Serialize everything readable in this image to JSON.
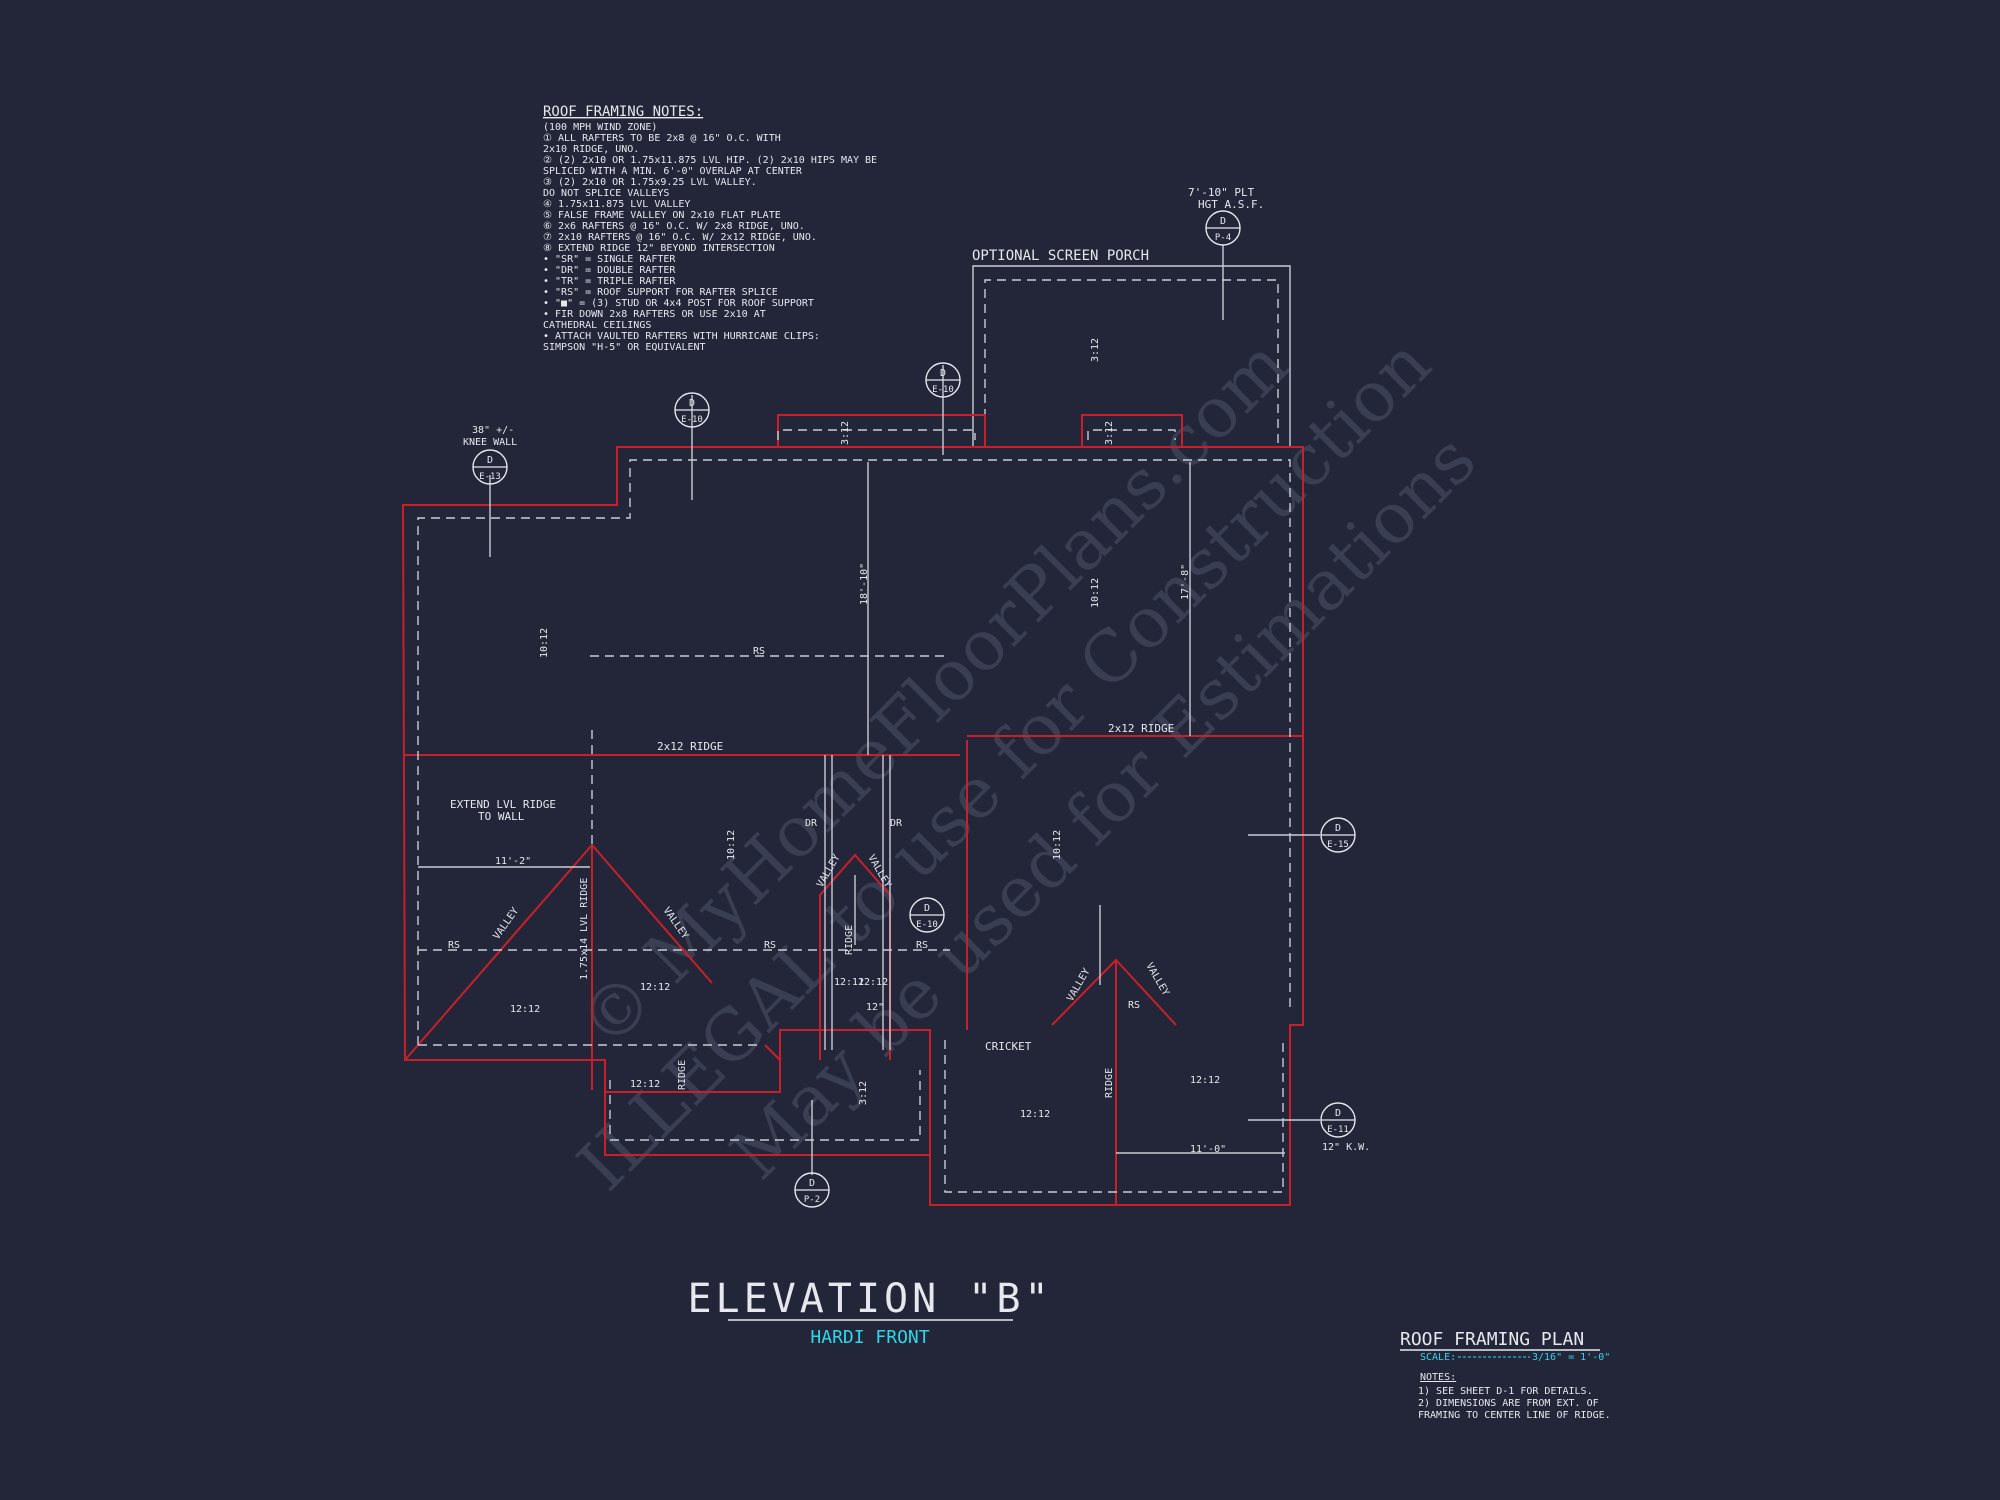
{
  "watermark": {
    "line1": "© MyHomeFloorPlans.com",
    "line2": "ILLEGAL to use for Construction",
    "line3": "May be used for Estimations"
  },
  "notes_block": {
    "title": "ROOF FRAMING NOTES:",
    "lines": [
      "(100 MPH WIND ZONE)",
      "① ALL RAFTERS TO BE 2x8 @ 16\" O.C. WITH",
      "   2x10 RIDGE, UNO.",
      "② (2) 2x10 OR 1.75x11.875 LVL HIP. (2) 2x10 HIPS MAY BE",
      "   SPLICED WITH A MIN. 6'-0\" OVERLAP AT CENTER",
      "③ (2) 2x10 OR 1.75x9.25 LVL VALLEY.",
      "   DO NOT SPLICE VALLEYS",
      "④ 1.75x11.875 LVL VALLEY",
      "⑤ FALSE FRAME VALLEY ON 2x10 FLAT PLATE",
      "⑥ 2x6 RAFTERS @ 16\" O.C. W/ 2x8 RIDGE, UNO.",
      "⑦ 2x10 RAFTERS @ 16\" O.C. W/ 2x12 RIDGE, UNO.",
      "⑧ EXTEND RIDGE 12\" BEYOND INTERSECTION",
      "•  \"SR\" = SINGLE RAFTER",
      "•  \"DR\" = DOUBLE RAFTER",
      "•  \"TR\" = TRIPLE RAFTER",
      "•  \"RS\" = ROOF SUPPORT FOR RAFTER SPLICE",
      "•  \"■\" = (3) STUD OR 4x4 POST FOR ROOF SUPPORT",
      "•  FIR DOWN 2x8 RAFTERS OR USE 2x10 AT",
      "   CATHEDRAL CEILINGS",
      "•  ATTACH VAULTED RAFTERS WITH HURRICANE CLIPS:",
      "   SIMPSON \"H-5\" OR EQUIVALENT"
    ]
  },
  "labels": {
    "optional_screen_porch": "OPTIONAL SCREEN PORCH",
    "plt_hgt_1": "7'-10\" PLT",
    "plt_hgt_2": "HGT A.S.F.",
    "knee_wall_1": "38\" +/-",
    "knee_wall_2": "KNEE WALL",
    "ridge_2x12_left": "2x12 RIDGE",
    "ridge_2x12_right": "2x12 RIDGE",
    "extend_lvl_1": "EXTEND LVL RIDGE",
    "extend_lvl_2": "TO WALL",
    "dim_11_2": "11'-2\"",
    "dim_18_10": "18'-10\"",
    "dim_17_8": "17'-8\"",
    "dim_11_0": "11'-0\"",
    "dim_12": "12\"",
    "rs": "RS",
    "dr": "DR",
    "valley": "VALLEY",
    "ridge": "RIDGE",
    "lvl_ridge": "1.75x14 LVL RIDGE",
    "cricket": "CRICKET",
    "kw_12": "12\" K.W.",
    "pitch_10_12": "10:12",
    "pitch_12_12": "12:12",
    "pitch_3_12": "3:12"
  },
  "detail_bubbles": [
    {
      "top": "D",
      "bottom": "E-13"
    },
    {
      "top": "D",
      "bottom": "E-10"
    },
    {
      "top": "D",
      "bottom": "E-10"
    },
    {
      "top": "D",
      "bottom": "P-4"
    },
    {
      "top": "D",
      "bottom": "E-15"
    },
    {
      "top": "D",
      "bottom": "E-10"
    },
    {
      "top": "D",
      "bottom": "E-11"
    },
    {
      "top": "D",
      "bottom": "P-2"
    }
  ],
  "elevation": {
    "title": "ELEVATION \"B\"",
    "subtitle": "HARDI FRONT"
  },
  "plan_title": {
    "title": "ROOF FRAMING PLAN",
    "scale_label": "SCALE:",
    "scale_value": "3/16\" = 1'-0\"",
    "notes_header": "NOTES:",
    "notes": [
      "1)  SEE SHEET D-1 FOR DETAILS.",
      "2)  DIMENSIONS ARE FROM EXT. OF",
      "    FRAMING TO CENTER LINE OF RIDGE."
    ]
  },
  "colors": {
    "background": "#222638",
    "walls": "#c8202a",
    "linework": "#c9ccd6",
    "text": "#e6e8ee",
    "accent": "#2fd6e8"
  }
}
